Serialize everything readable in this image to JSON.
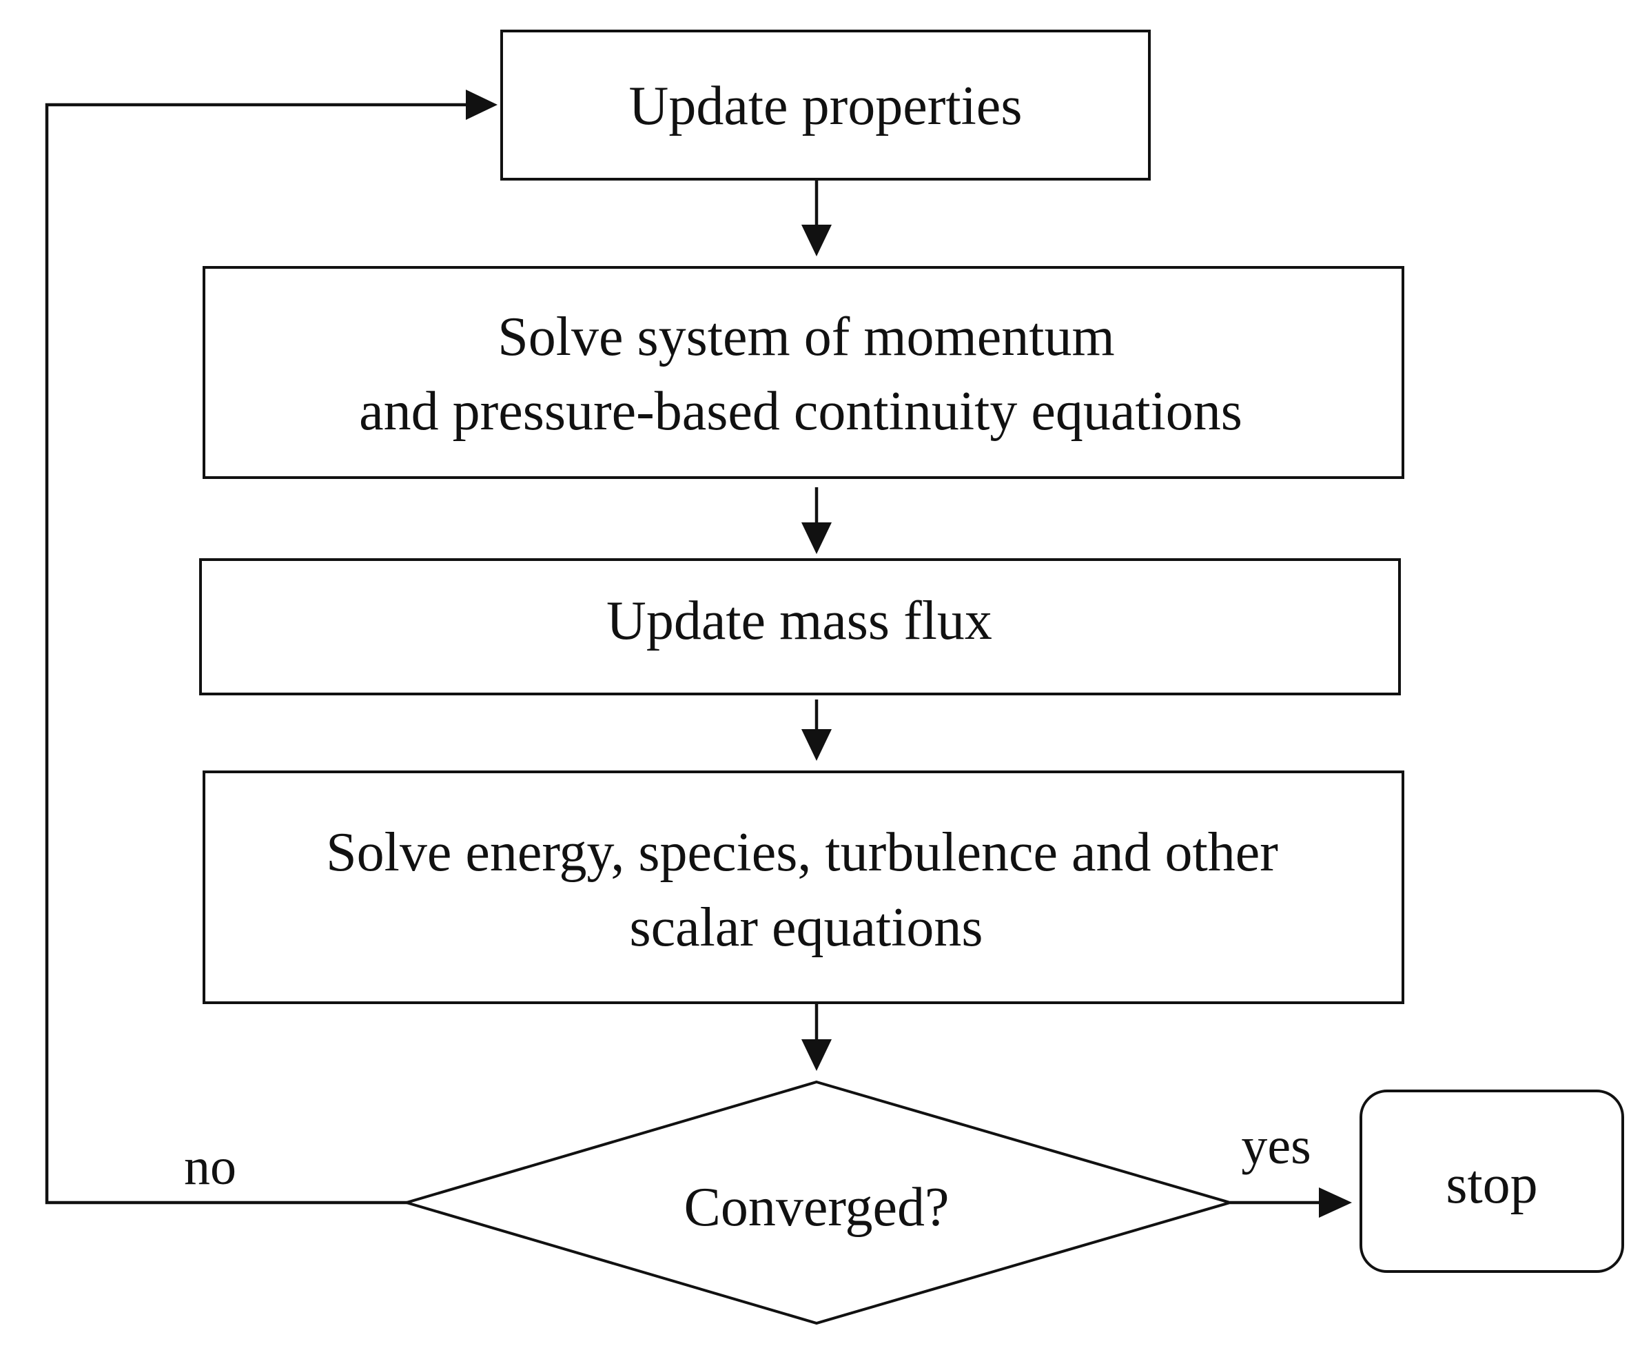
{
  "nodes": {
    "update_properties": {
      "label": "Update properties"
    },
    "solve_momentum": {
      "line1": "Solve system of momentum",
      "line2": "and pressure-based continuity equations"
    },
    "update_mass_flux": {
      "label": "Update mass flux"
    },
    "solve_scalars": {
      "line1": "Solve energy, species, turbulence and other",
      "line2": "scalar equations"
    },
    "converged": {
      "label": "Converged?"
    },
    "stop": {
      "label": "stop"
    }
  },
  "edges": {
    "no_label": "no",
    "yes_label": "yes"
  }
}
